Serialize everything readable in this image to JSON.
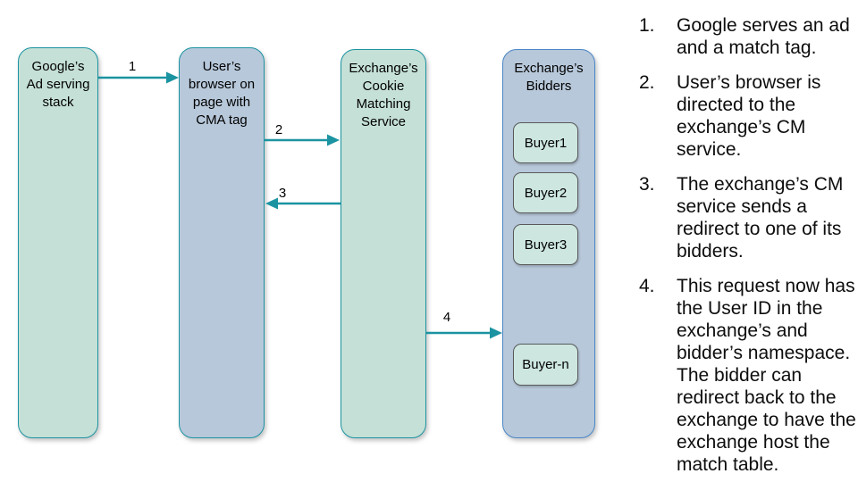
{
  "colors": {
    "teal_border": "#1b93a1",
    "arrow": "#1b93a1",
    "green_fill": "#c5e0d6",
    "blue_fill": "#b7c8da",
    "blue_border": "#4a86c6",
    "buyer_fill": "#cde6e0",
    "buyer_border": "#595959",
    "text": "#000000"
  },
  "diagram": {
    "nodes": [
      {
        "label": "Google’s\nAd serving\nstack"
      },
      {
        "label": "User’s\nbrowser on\npage with\nCMA tag"
      },
      {
        "label": "Exchange’s\nCookie\nMatching\nService"
      },
      {
        "label": "Exchange’s\nBidders"
      }
    ],
    "buyers": [
      {
        "label": "Buyer1"
      },
      {
        "label": "Buyer2"
      },
      {
        "label": "Buyer3"
      },
      {
        "label": "Buyer-n"
      }
    ],
    "arrow_labels": [
      "1",
      "2",
      "3",
      "4"
    ]
  },
  "steps": [
    {
      "num": "1.",
      "text": "Google serves an ad and a match tag."
    },
    {
      "num": "2.",
      "text": "User’s browser is directed to the exchange’s CM service."
    },
    {
      "num": "3.",
      "text": "The exchange’s CM service sends a redirect to one of its bidders."
    },
    {
      "num": "4.",
      "text": "This request now has the User ID in the exchange’s and bidder’s namespace. The bidder can redirect back to the exchange to have the exchange host the match table."
    }
  ]
}
